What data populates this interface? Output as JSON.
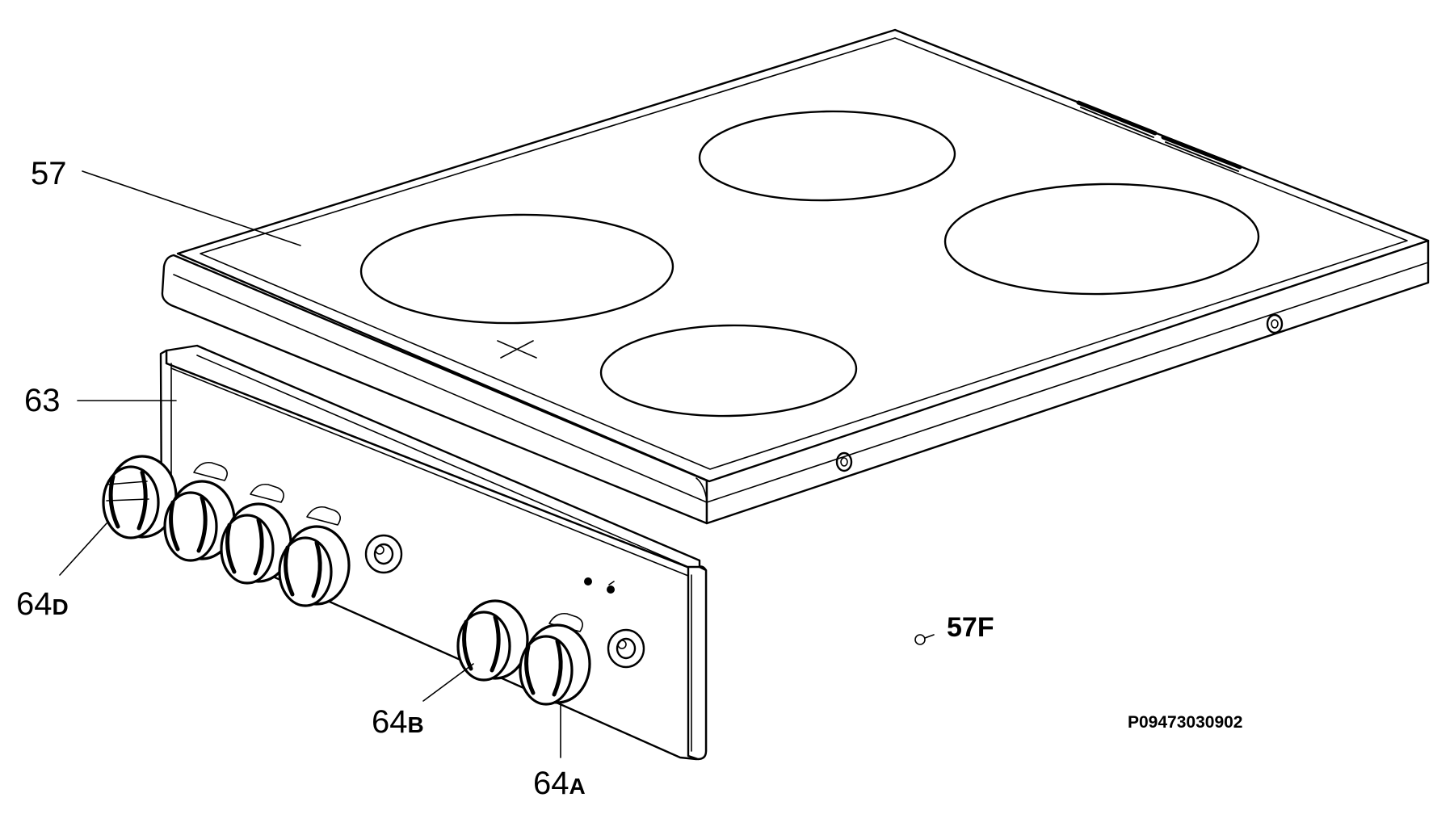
{
  "labels": {
    "hob": "57",
    "panel": "63",
    "knob_d_num": "64",
    "knob_d_suffix": "D",
    "knob_b_num": "64",
    "knob_b_suffix": "B",
    "knob_a_num": "64",
    "knob_a_suffix": "A",
    "part_57f": "57F"
  },
  "drawing_code": "P09473030902",
  "icons": {
    "part_57f_marker": "small-screw-icon",
    "knob": "control-knob-icon",
    "hotplate": "cooking-zone-ring"
  }
}
